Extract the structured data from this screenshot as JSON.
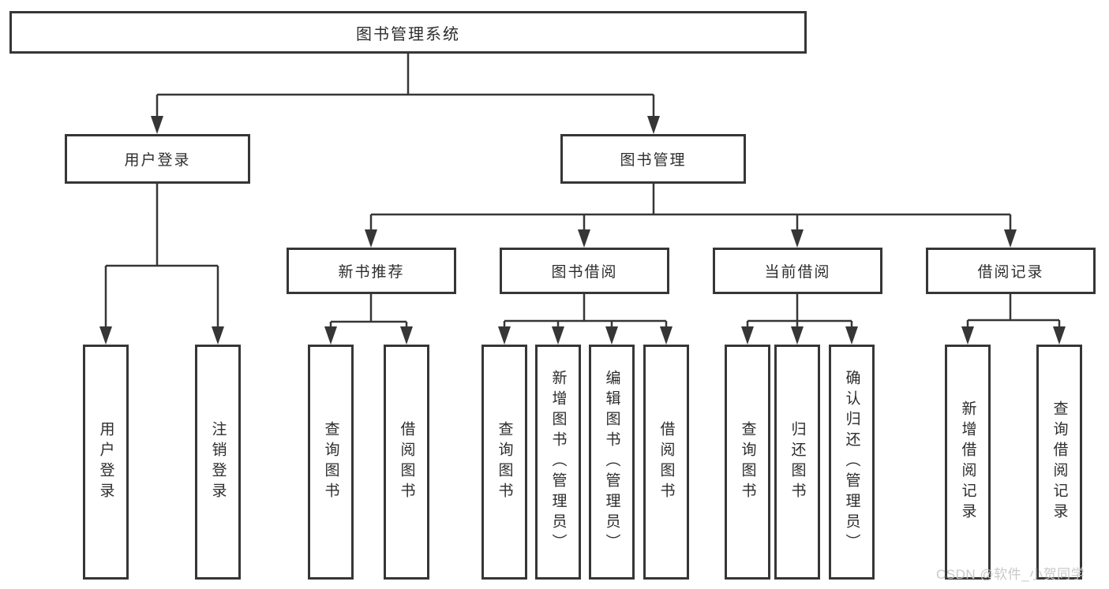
{
  "tree": {
    "root": {
      "label": "图书管理系统"
    },
    "branches": [
      {
        "label": "用户登录",
        "children": [
          {
            "label": "用户登录"
          },
          {
            "label": "注销登录"
          }
        ]
      },
      {
        "label": "图书管理",
        "groups": [
          {
            "label": "新书推荐",
            "children": [
              {
                "label": "查询图书"
              },
              {
                "label": "借阅图书"
              }
            ]
          },
          {
            "label": "图书借阅",
            "children": [
              {
                "label": "查询图书"
              },
              {
                "label": "新增图书（管理员）"
              },
              {
                "label": "编辑图书（管理员）"
              },
              {
                "label": "借阅图书"
              }
            ]
          },
          {
            "label": "当前借阅",
            "children": [
              {
                "label": "查询图书"
              },
              {
                "label": "归还图书"
              },
              {
                "label": "确认归还（管理员）"
              }
            ]
          },
          {
            "label": "借阅记录",
            "children": [
              {
                "label": "新增借阅记录"
              },
              {
                "label": "查询借阅记录"
              }
            ]
          }
        ]
      }
    ]
  },
  "watermark": {
    "text": "CSDN @软件_小贺同学",
    "color": "#c6c6c6"
  },
  "colors": {
    "line": "#363636",
    "box_border": "#363636",
    "box_fill": "#ffffff",
    "text": "#2d2d2d"
  }
}
